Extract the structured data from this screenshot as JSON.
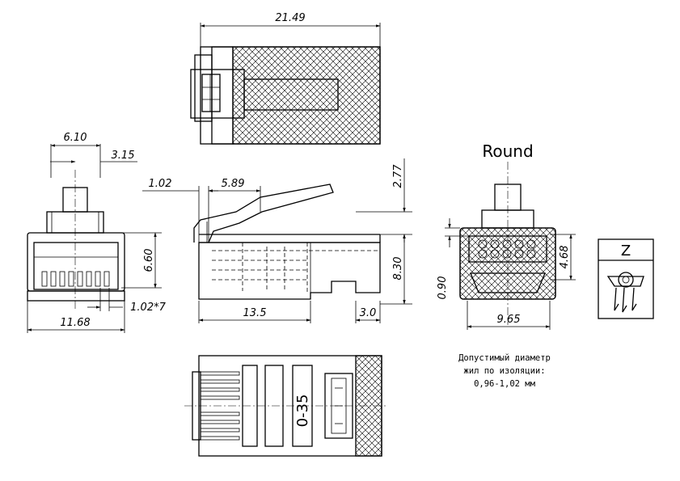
{
  "dimensions": {
    "top_length": "21.49",
    "front_width_inner": "6.10",
    "front_pin_offset": "3.15",
    "front_height": "6.60",
    "front_pitch": "1.02*7",
    "front_width": "11.68",
    "side_gap": "1.02",
    "side_latch": "5.89",
    "side_latch_height": "2.77",
    "side_height": "8.30",
    "side_length": "13.5",
    "side_tail": "3.0",
    "round_width": "9.65",
    "round_height": "4.68",
    "round_wall": "0.90"
  },
  "labels": {
    "round_title": "Round",
    "z_label": "Z",
    "bottom_marking": "0-35"
  },
  "note": {
    "line1": "Допустимый диаметр",
    "line2": "жил по изоляции:",
    "line3": "0,96-1,02 мм"
  }
}
